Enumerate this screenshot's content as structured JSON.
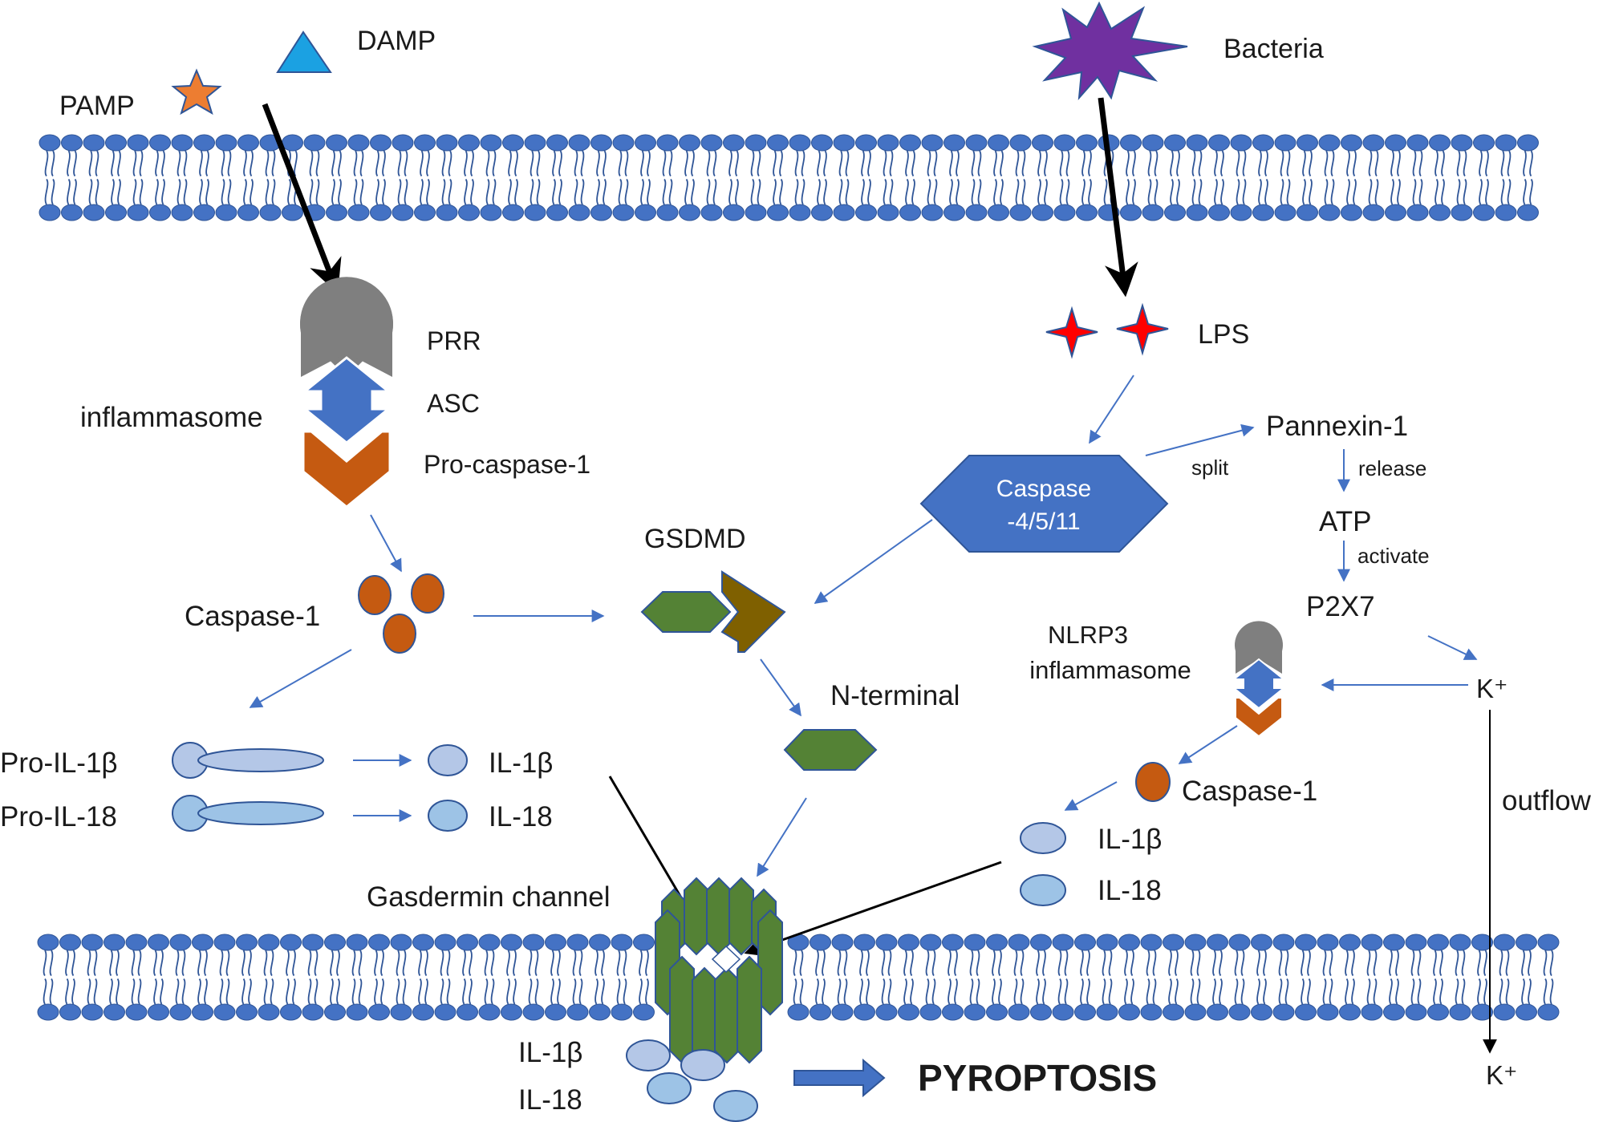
{
  "labels": {
    "pamp": "PAMP",
    "damp": "DAMP",
    "bacteria": "Bacteria",
    "prr": "PRR",
    "asc": "ASC",
    "pro_caspase1": "Pro-caspase-1",
    "inflammasome": "inflammasome",
    "lps": "LPS",
    "pannexin1": "Pannexin-1",
    "split": "split",
    "release": "release",
    "atp": "ATP",
    "activate": "activate",
    "p2x7": "P2X7",
    "caspase_4511_line1": "Caspase",
    "caspase_4511_line2": "-4/5/11",
    "gsdmd": "GSDMD",
    "caspase1_left": "Caspase-1",
    "nlrp3_line1": "NLRP3",
    "nlrp3_line2": "inflammasome",
    "k_plus_top": "K⁺",
    "k_plus_bottom": "K⁺",
    "outflow": "outflow",
    "n_terminal": "N-terminal",
    "pro_il1b": "Pro-IL-1β",
    "pro_il18": "Pro-IL-18",
    "il1b_left": "IL-1β",
    "il18_left": "IL-18",
    "caspase1_right": "Caspase-1",
    "il1b_right": "IL-1β",
    "il18_right": "IL-18",
    "gasdermin_channel": "Gasdermin channel",
    "il1b_bottom": "IL-1β",
    "il18_bottom": "IL-18",
    "pyroptosis": "PYROPTOSIS"
  },
  "colors": {
    "membrane_head": "#4472c4",
    "membrane_tail": "#2f5597",
    "arrow_thin": "#4472c4",
    "arrow_thick": "#000000",
    "pamp_star": "#ed7d31",
    "damp_triangle": "#1ba1e2",
    "bacteria": "#7030a0",
    "lps_star": "#ff0000",
    "prr_grey": "#7f7f7f",
    "asc_blue": "#4472c4",
    "procaspase_orange": "#c55a11",
    "caspase_dot": "#c55a11",
    "gsdmd_green": "#548235",
    "gsdmd_brown": "#7f6000",
    "cytokine_il1b": "#b4c7e7",
    "cytokine_il18": "#9dc3e6",
    "caspase_hex": "#4472c4"
  }
}
